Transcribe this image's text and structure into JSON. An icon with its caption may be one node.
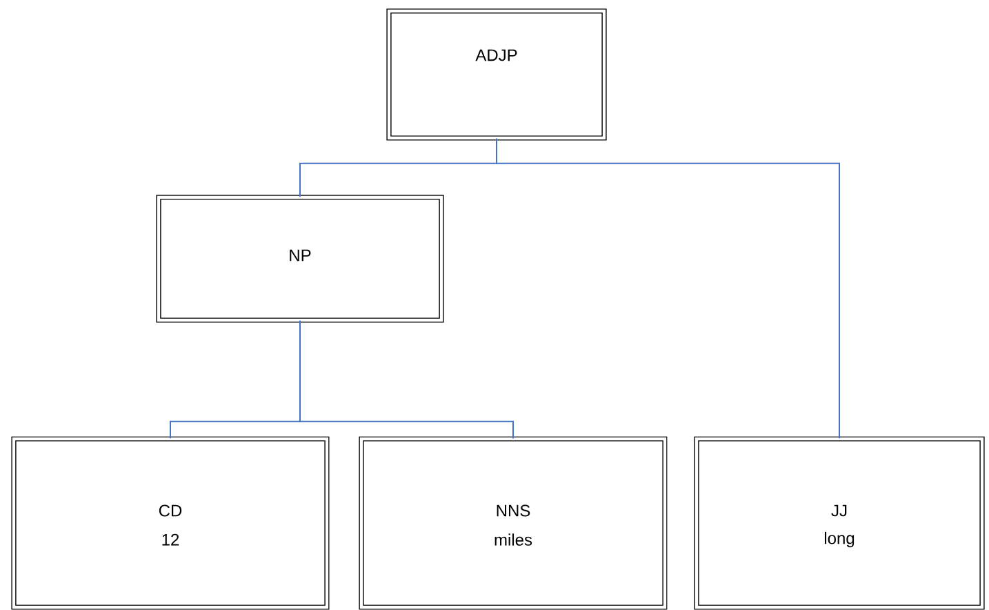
{
  "diagram": {
    "nodes": [
      {
        "text": [
          "ADJP"
        ]
      },
      {
        "text": [
          "NP"
        ]
      },
      {
        "text": [
          "CD",
          "12"
        ]
      },
      {
        "text": [
          "NNS",
          "miles"
        ]
      },
      {
        "text": [
          "JJ",
          "long"
        ]
      }
    ],
    "edges": [
      {
        "from": 0,
        "to": 1,
        "arrow": "none"
      },
      {
        "from": 0,
        "to": 4,
        "arrow": "none"
      },
      {
        "from": 1,
        "to": 2,
        "arrow": "none"
      },
      {
        "from": 1,
        "to": 3,
        "arrow": "none"
      }
    ]
  }
}
